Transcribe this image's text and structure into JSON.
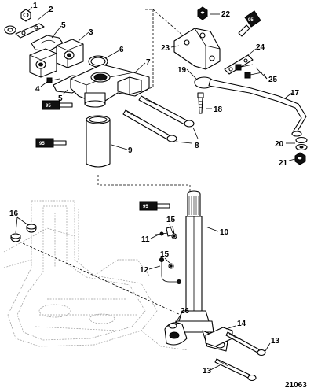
{
  "figure": {
    "number": "21063"
  },
  "callouts": {
    "c1": "1",
    "c2": "2",
    "c3": "3",
    "c4": "4",
    "c5a": "5",
    "c5b": "5",
    "c6": "6",
    "c7": "7",
    "c8": "8",
    "c9": "9",
    "c10": "10",
    "c11": "11",
    "c12": "12",
    "c13a": "13",
    "c13b": "13",
    "c14": "14",
    "c15a": "15",
    "c15b": "15",
    "c16": "16",
    "c17": "17",
    "c18": "18",
    "c19": "19",
    "c20": "20",
    "c21": "21",
    "c22": "22",
    "c23": "23",
    "c24": "24",
    "c25": "25",
    "c26": "26"
  },
  "lubricant_tubes": {
    "t1": "95",
    "t2": "95",
    "t3": "95",
    "t4": "95"
  },
  "colors": {
    "ink": "#000000",
    "ghost": "#9a9a9a",
    "paper": "#ffffff"
  }
}
